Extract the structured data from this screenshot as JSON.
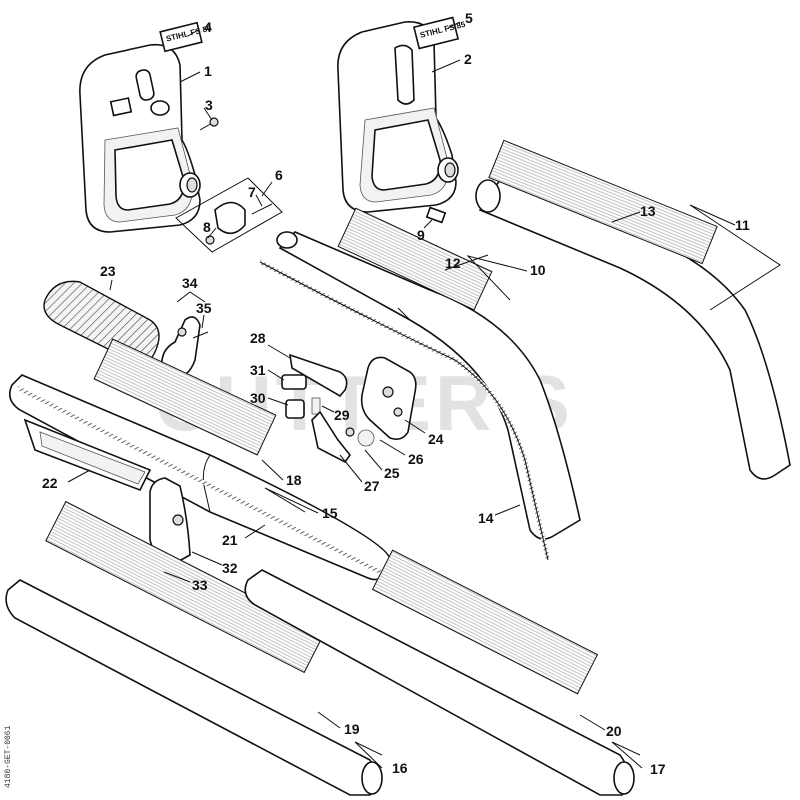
{
  "watermark": "CUTTER'S",
  "drawing_code": "4180-GET-0061",
  "logos": [
    {
      "id": "logo-4",
      "text": "STIHL FS 80"
    },
    {
      "id": "logo-5",
      "text": "STIHL FS 85"
    }
  ],
  "callouts": [
    {
      "n": "1"
    },
    {
      "n": "2"
    },
    {
      "n": "3"
    },
    {
      "n": "4"
    },
    {
      "n": "5"
    },
    {
      "n": "6"
    },
    {
      "n": "7"
    },
    {
      "n": "8"
    },
    {
      "n": "9"
    },
    {
      "n": "10"
    },
    {
      "n": "11"
    },
    {
      "n": "12"
    },
    {
      "n": "13"
    },
    {
      "n": "14"
    },
    {
      "n": "15"
    },
    {
      "n": "16"
    },
    {
      "n": "17"
    },
    {
      "n": "18"
    },
    {
      "n": "19"
    },
    {
      "n": "20"
    },
    {
      "n": "21"
    },
    {
      "n": "22"
    },
    {
      "n": "23"
    },
    {
      "n": "24"
    },
    {
      "n": "25"
    },
    {
      "n": "26"
    },
    {
      "n": "27"
    },
    {
      "n": "28"
    },
    {
      "n": "29"
    },
    {
      "n": "30"
    },
    {
      "n": "31"
    },
    {
      "n": "32"
    },
    {
      "n": "33"
    },
    {
      "n": "34"
    },
    {
      "n": "35"
    }
  ]
}
